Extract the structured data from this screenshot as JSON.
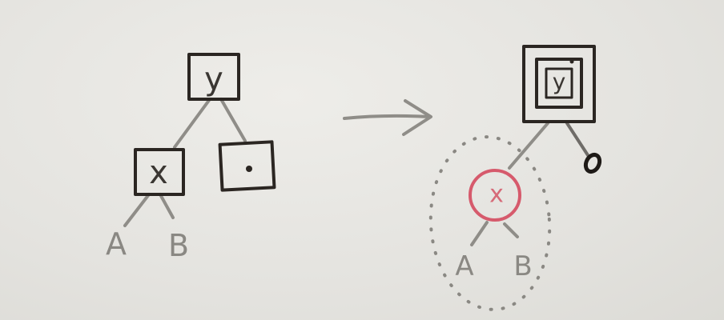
{
  "left_tree": {
    "root_label": "y",
    "left_child_label": "x",
    "left_child_subtrees": [
      "A",
      "B"
    ]
  },
  "right_tree": {
    "root_label": "y",
    "left_child_label": "x",
    "left_child_subtrees": [
      "A",
      "B"
    ]
  },
  "colors": {
    "ink": "#2b2622",
    "pencil": "#8f8d88",
    "red": "#d65a6c",
    "dots": "#8a8883"
  }
}
